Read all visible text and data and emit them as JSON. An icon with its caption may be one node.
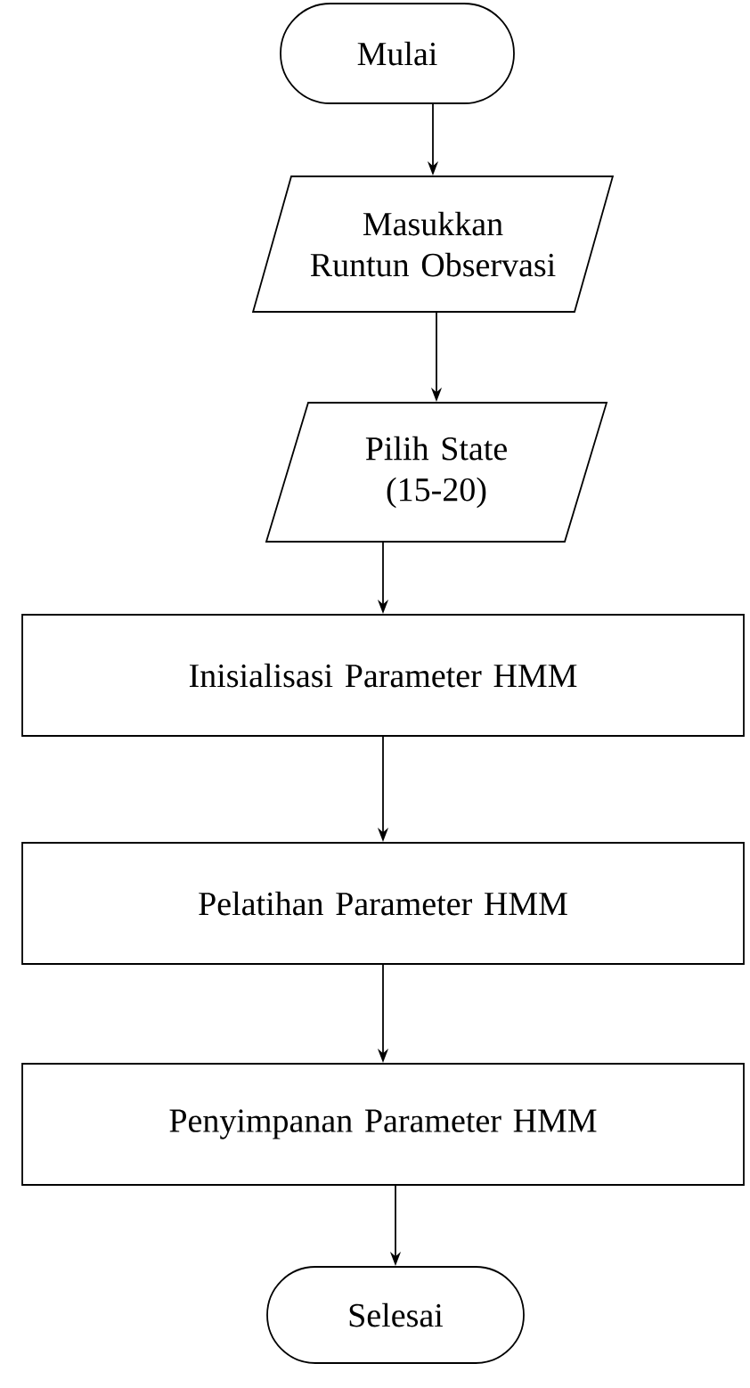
{
  "diagram": {
    "nodes": [
      {
        "text": [
          "Mulai"
        ]
      },
      {
        "text": [
          "Masukkan Runtun Observasi"
        ]
      },
      {
        "text": [
          "Pilih State (15-20)"
        ]
      },
      {
        "text": [
          "Inisialisasi Parameter HMM"
        ]
      },
      {
        "text": [
          "Pelatihan Parameter HMM"
        ]
      },
      {
        "text": [
          "Penyimpanan Parameter HMM"
        ]
      },
      {
        "text": [
          "Selesai"
        ]
      }
    ],
    "edges": [
      {
        "from": 0,
        "to": 1,
        "arrow": "to"
      },
      {
        "from": 1,
        "to": 2,
        "arrow": "to"
      },
      {
        "from": 2,
        "to": 3,
        "arrow": "to"
      },
      {
        "from": 3,
        "to": 4,
        "arrow": "to"
      },
      {
        "from": 4,
        "to": 5,
        "arrow": "to"
      },
      {
        "from": 5,
        "to": 6,
        "arrow": "to"
      }
    ]
  }
}
